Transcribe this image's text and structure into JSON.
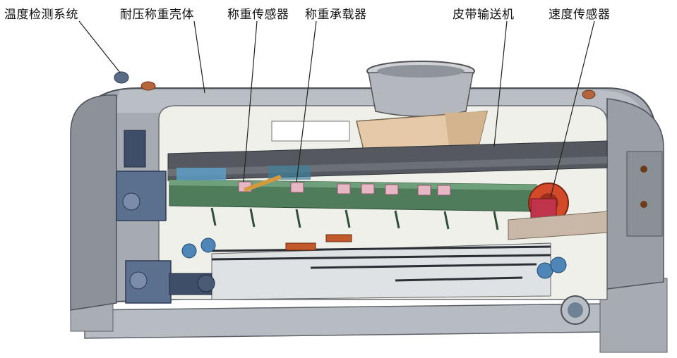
{
  "labels": {
    "temp_system": "温度检测系统",
    "shell": "耐压称重壳体",
    "weigh_sensor": "称重传感器",
    "weigh_carrier": "称重承载器",
    "belt_conveyor": "皮带输送机",
    "speed_sensor": "速度传感器"
  },
  "colors": {
    "shell_gray": "#9ea3ab",
    "shell_dark": "#6f747c",
    "motor_blue": "#5b6f8f",
    "belt_dark": "#55595f",
    "frame_green": "#4f7d5c",
    "carrier_pink": "#e8b7c6",
    "hopper_tan": "#e6c9a8",
    "speed_red": "#d24a2a",
    "chain_blue": "#4e86b8",
    "rail_orange": "#c35a2b"
  }
}
